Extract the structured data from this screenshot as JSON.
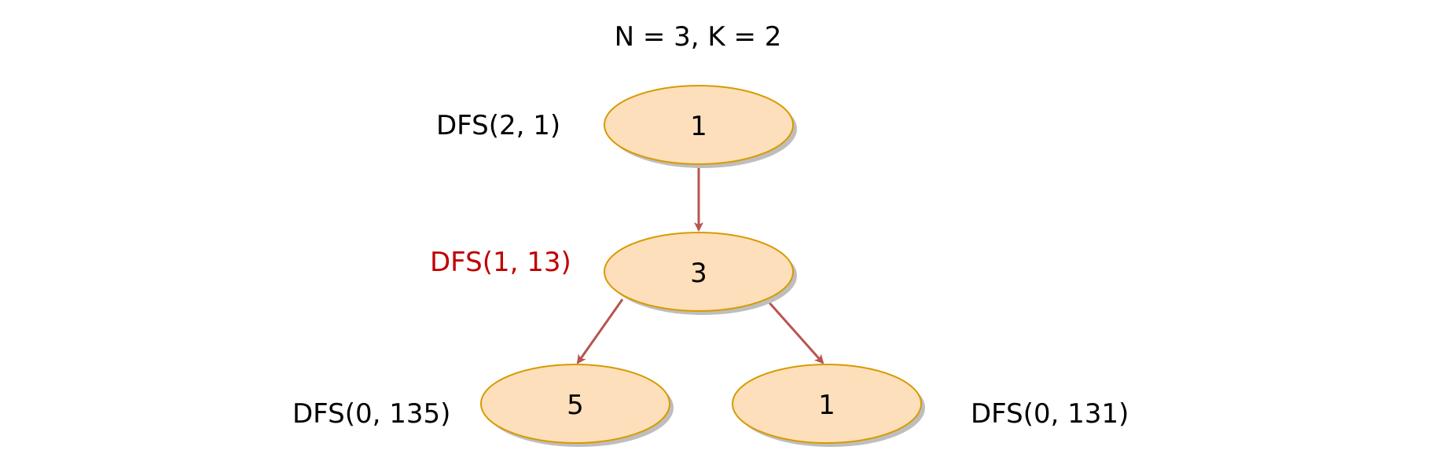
{
  "title": "N = 3, K = 2",
  "colors": {
    "node_fill": "#FDDFBC",
    "node_stroke": "#D79B00",
    "edge": "#B85450",
    "highlight_label": "#C00000",
    "text": "#000000",
    "shadow": "#BEBEBE"
  },
  "nodes": {
    "root": {
      "value": "1",
      "call": "DFS(2, 1)"
    },
    "middle": {
      "value": "3",
      "call": "DFS(1, 13)"
    },
    "left_leaf": {
      "value": "5",
      "call": "DFS(0, 135)"
    },
    "right_leaf": {
      "value": "1",
      "call": "DFS(0, 131)"
    }
  }
}
